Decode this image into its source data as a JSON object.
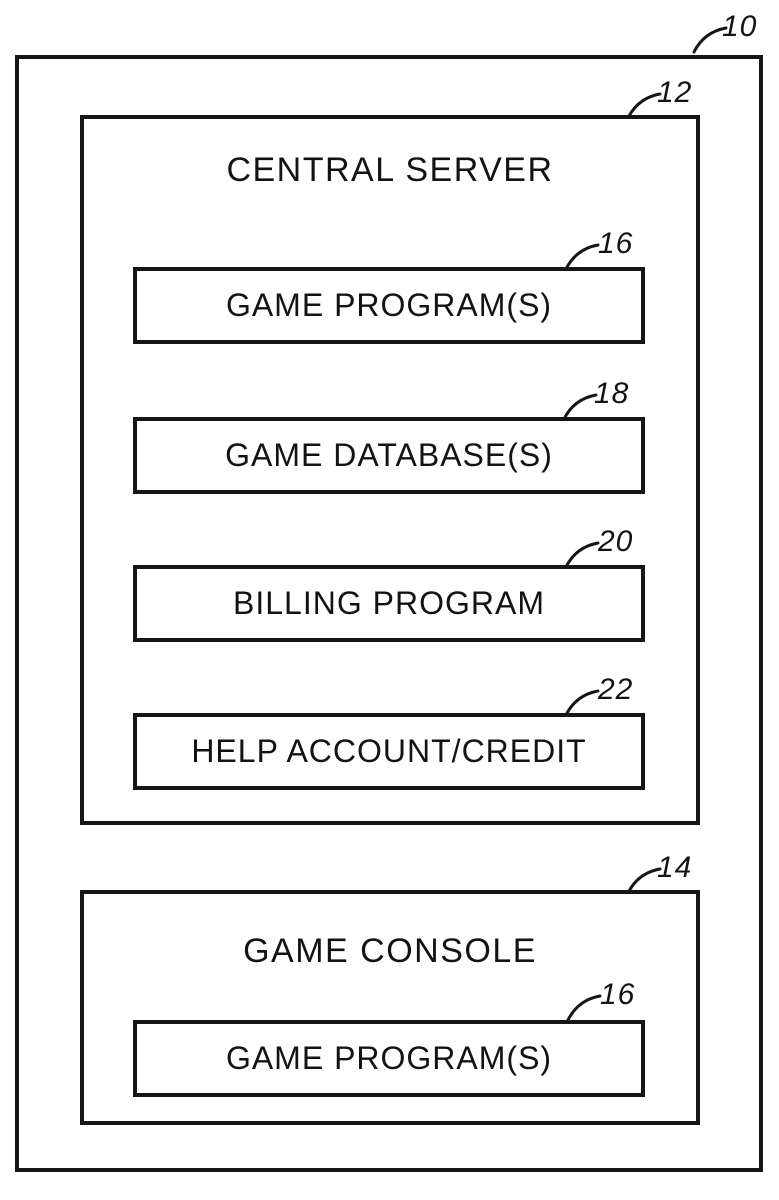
{
  "figure": {
    "outer": {
      "ref": "10"
    },
    "central_server": {
      "ref": "12",
      "title": "CENTRAL SERVER",
      "boxes": [
        {
          "ref": "16",
          "label": "GAME PROGRAM(S)"
        },
        {
          "ref": "18",
          "label": "GAME DATABASE(S)"
        },
        {
          "ref": "20",
          "label": "BILLING PROGRAM"
        },
        {
          "ref": "22",
          "label": "HELP ACCOUNT/CREDIT"
        }
      ]
    },
    "game_console": {
      "ref": "14",
      "title": "GAME CONSOLE",
      "boxes": [
        {
          "ref": "16",
          "label": "GAME PROGRAM(S)"
        }
      ]
    }
  }
}
